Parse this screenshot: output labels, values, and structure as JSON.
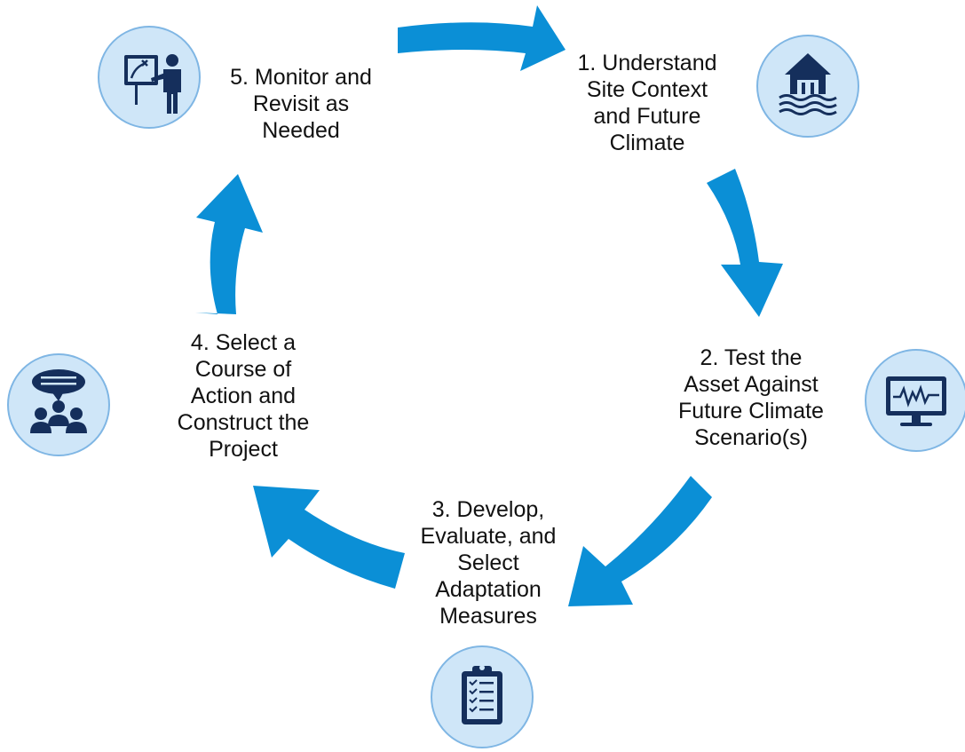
{
  "colors": {
    "arrow": "#0b8fd6",
    "circle_fill": "#cfe6f8",
    "circle_stroke": "#7fb6e4",
    "icon": "#152f5c"
  },
  "steps": [
    {
      "id": "1",
      "icon": "flooded-house-icon",
      "lines": [
        "1. Understand",
        "Site Context",
        "and Future",
        "Climate"
      ]
    },
    {
      "id": "2",
      "icon": "monitor-graph-icon",
      "lines": [
        "2. Test the",
        "Asset Against",
        "Future Climate",
        "Scenario(s)"
      ]
    },
    {
      "id": "3",
      "icon": "clipboard-checklist-icon",
      "lines": [
        "3. Develop,",
        "Evaluate, and",
        "Select",
        "Adaptation",
        "Measures"
      ]
    },
    {
      "id": "4",
      "icon": "group-discussion-icon",
      "lines": [
        "4. Select a",
        "Course of",
        "Action and",
        "Construct the",
        "Project"
      ]
    },
    {
      "id": "5",
      "icon": "presenter-board-icon",
      "lines": [
        "5. Monitor and",
        "Revisit as",
        "Needed"
      ]
    }
  ]
}
